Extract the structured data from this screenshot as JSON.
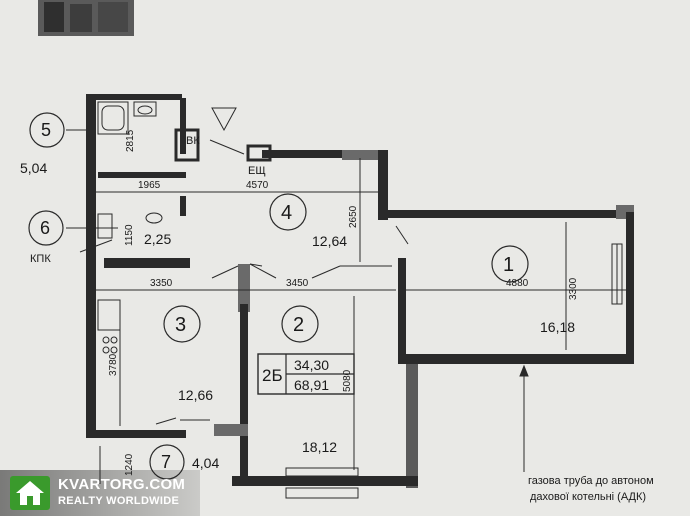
{
  "plan": {
    "badge": {
      "label": "2Б",
      "area_living": "34,30",
      "area_total": "68,91"
    },
    "rooms": [
      {
        "no": "1",
        "area": "16,18"
      },
      {
        "no": "2",
        "area": "18,12"
      },
      {
        "no": "3",
        "area": "12,66"
      },
      {
        "no": "4",
        "area": "12,64"
      },
      {
        "no": "5",
        "area": "5,04"
      },
      {
        "no": "6",
        "area": "2,25"
      },
      {
        "no": "7",
        "area": "4,04"
      }
    ],
    "dimensions": [
      "1965",
      "4570",
      "3350",
      "3450",
      "4880",
      "2815",
      "2650",
      "3300",
      "3780",
      "5080",
      "1240",
      "1150"
    ],
    "labels": {
      "vk": "ВК",
      "eshch": "ЕЩ",
      "kpk": "КПК"
    },
    "note": [
      "газова труба до автоном",
      "дахової котельні (АДК)"
    ]
  },
  "watermark": {
    "line1": "KVARTORG.COM",
    "line2": "REALTY WORLDWIDE"
  },
  "colors": {
    "wall": "#2a2a2a",
    "wall_hatch": "#7a7a7a",
    "paper": "#e9e9e6",
    "logo_green": "#3a9a2c"
  }
}
